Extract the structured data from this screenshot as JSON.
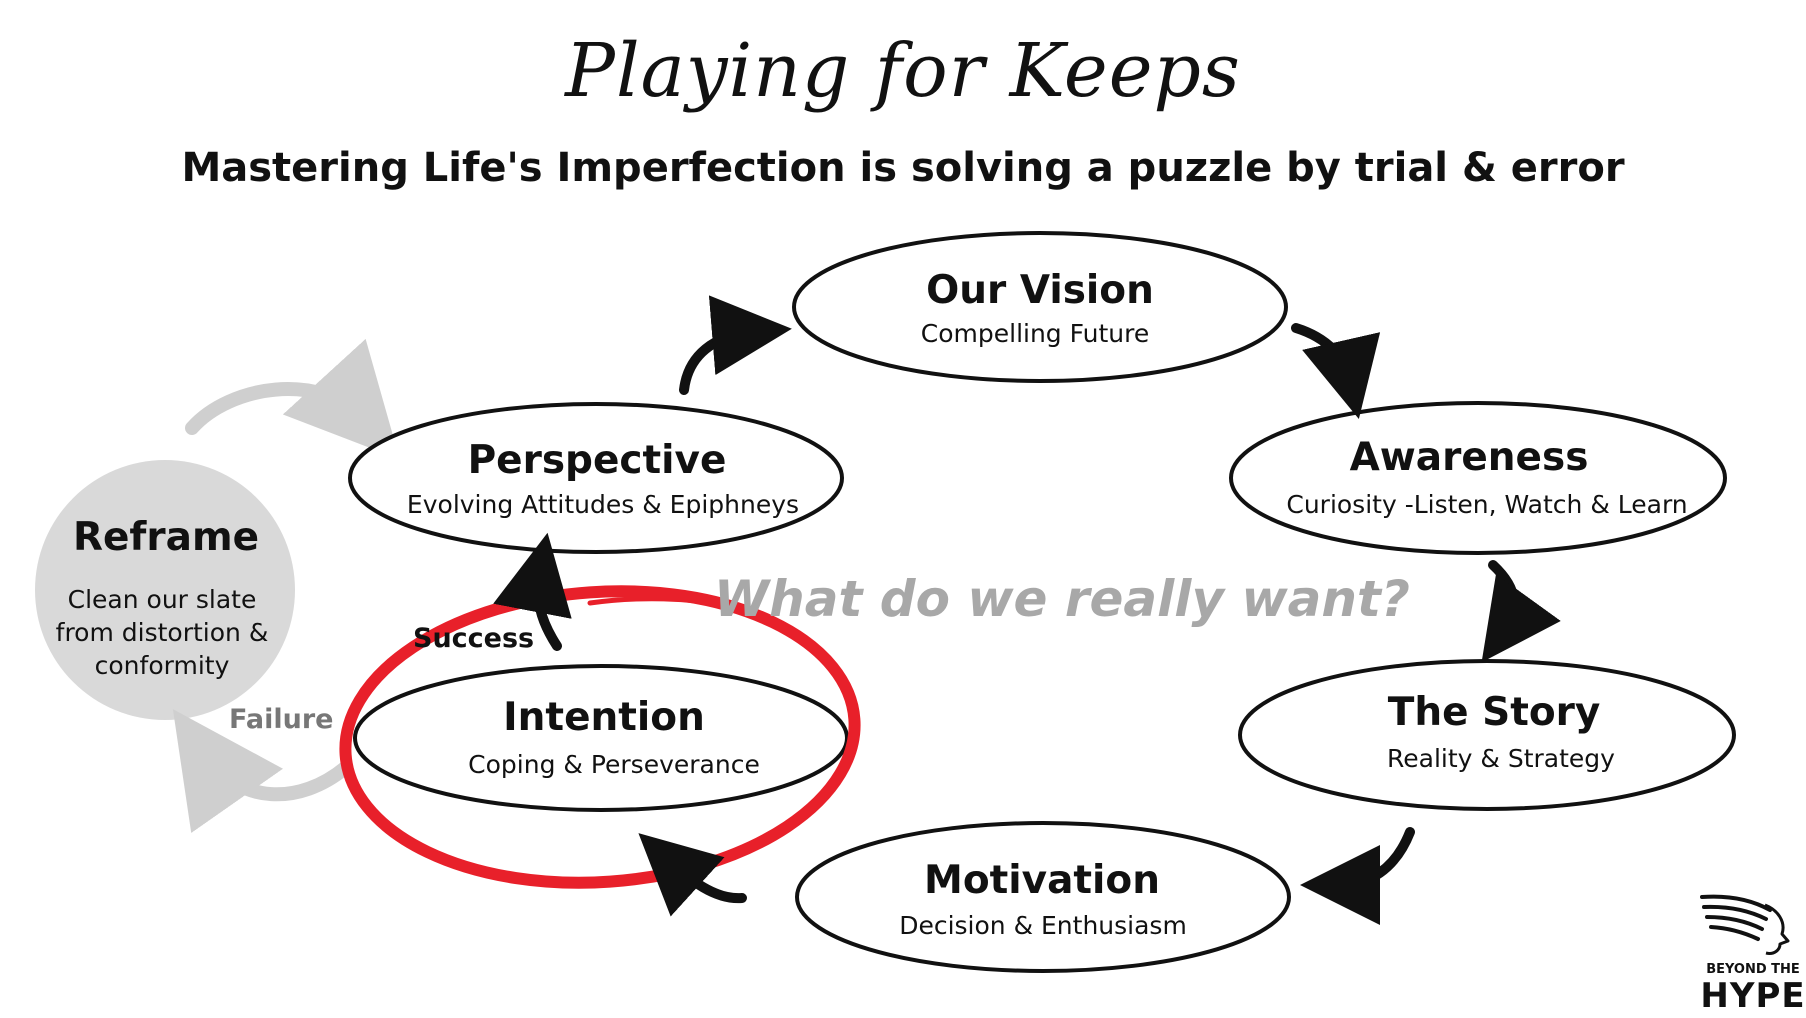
{
  "header": {
    "script_title": "Playing for Keeps",
    "subtitle": "Mastering Life's Imperfection is solving a puzzle by trial & error"
  },
  "nodes": [
    {
      "id": "vision",
      "title": "Our Vision",
      "subtitle": "Compelling Future"
    },
    {
      "id": "awareness",
      "title": "Awareness",
      "subtitle": "Curiosity -Listen, Watch & Learn"
    },
    {
      "id": "story",
      "title": "The Story",
      "subtitle": "Reality & Strategy"
    },
    {
      "id": "motivation",
      "title": "Motivation",
      "subtitle": "Decision & Enthusiasm"
    },
    {
      "id": "intention",
      "title": "Intention",
      "subtitle": "Coping & Perseverance"
    },
    {
      "id": "perspective",
      "title": "Perspective",
      "subtitle": "Evolving Attitudes & Epiphneys"
    }
  ],
  "reframe": {
    "title": "Reframe",
    "description": "Clean our slate from distortion & conformity"
  },
  "labels": {
    "success": "Success",
    "failure": "Failure",
    "question": "What do we really want?"
  },
  "brand": {
    "top_line": "BEYOND THE",
    "bottom_line": "HYPE"
  },
  "colors": {
    "outline": "#111111",
    "highlight_ring": "#e8202a",
    "reframe_fill": "#d9d9d9",
    "muted_arrow": "#cfcfcf",
    "question_text": "#a8a8a8"
  }
}
